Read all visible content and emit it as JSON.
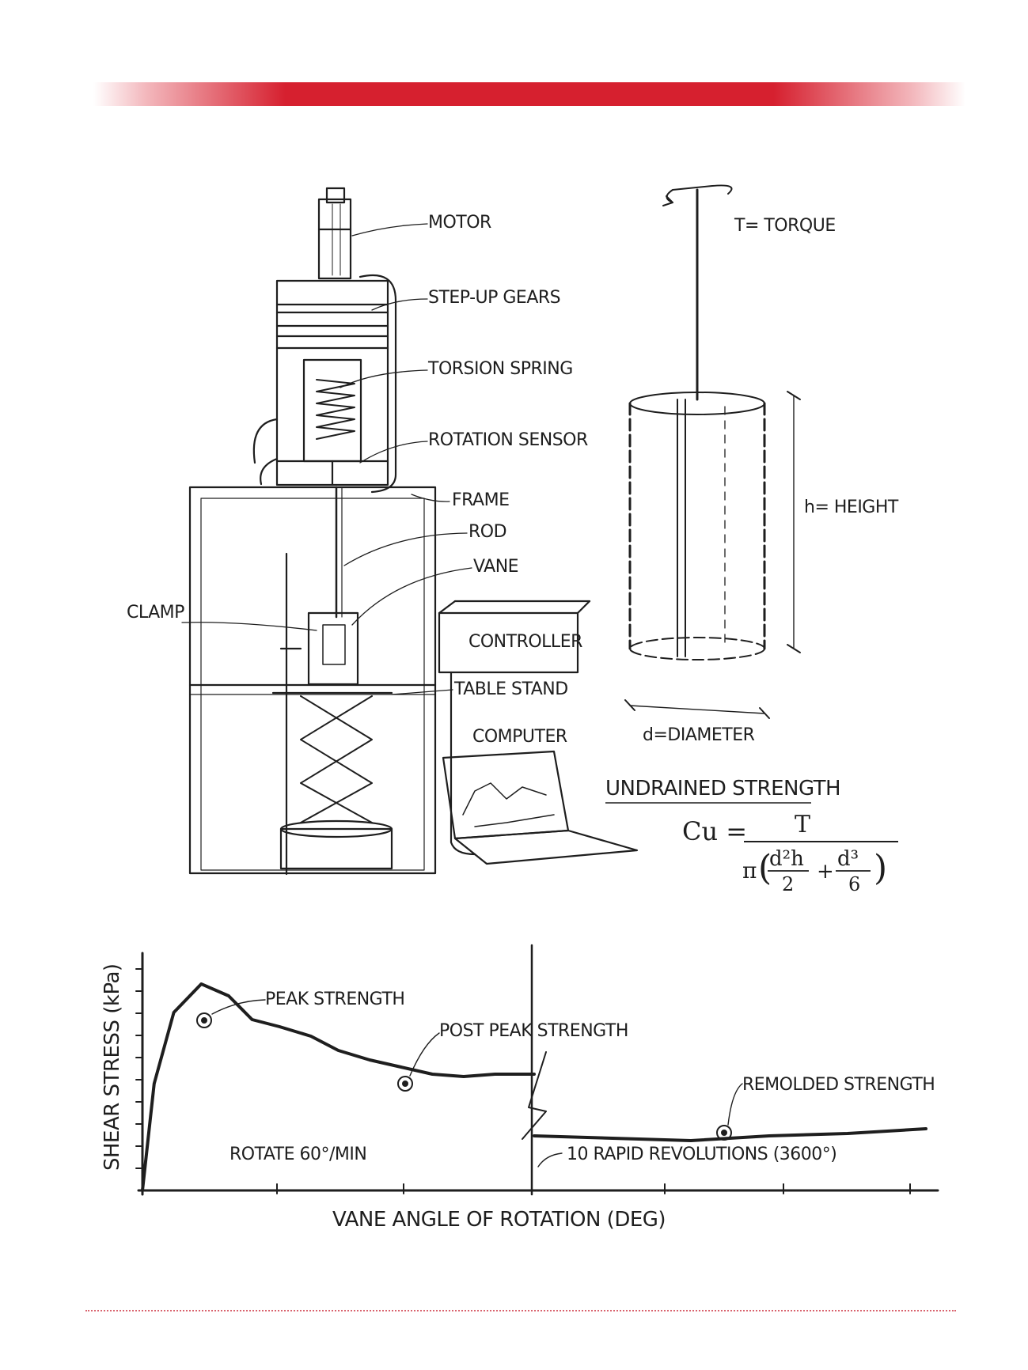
{
  "apparatus": {
    "labels": {
      "motor": "MOTOR",
      "step_up_gears": "STEP-UP GEARS",
      "torsion_spring": "TORSION SPRING",
      "rotation_sensor": "ROTATION SENSOR",
      "frame": "FRAME",
      "rod": "ROD",
      "vane": "VANE",
      "clamp": "CLAMP",
      "controller": "CONTROLLER",
      "table_stand": "TABLE STAND",
      "computer": "COMPUTER"
    }
  },
  "vane_geometry": {
    "torque": "T= TORQUE",
    "height": "h= HEIGHT",
    "diameter": "d=DIAMETER"
  },
  "formula": {
    "title": "UNDRAINED STRENGTH",
    "lhs": "Cu =",
    "numerator": "T",
    "pi": "π",
    "term1_num": "d²h",
    "term1_den": "2",
    "plus": "+",
    "term2_num": "d³",
    "term2_den": "6"
  },
  "chart_data": {
    "type": "line",
    "title": "",
    "xlabel": "VANE ANGLE OF ROTATION (DEG)",
    "ylabel": "SHEAR STRESS (kPa)",
    "grid": false,
    "annotations": {
      "peak": "PEAK STRENGTH",
      "post_peak": "POST PEAK STRENGTH",
      "remolded": "REMOLDED STRENGTH",
      "rotate_rate": "ROTATE 60°/MIN",
      "rapid": "10 RAPID REVOLUTIONS (3600°)"
    },
    "series": [
      {
        "x": [
          0,
          0.03,
          0.08,
          0.15,
          0.22,
          0.28,
          0.35,
          0.43,
          0.5,
          0.58,
          0.66,
          0.74,
          0.82,
          0.9,
          1.0
        ],
        "y": [
          0,
          4.5,
          7.5,
          8.7,
          8.2,
          7.2,
          6.9,
          6.5,
          5.9,
          5.5,
          5.2,
          4.9,
          4.8,
          4.9,
          4.9
        ]
      },
      {
        "x": [
          1.0,
          1.2,
          1.4,
          1.6,
          1.8,
          2.0
        ],
        "y": [
          2.3,
          2.2,
          2.1,
          2.3,
          2.4,
          2.6
        ]
      }
    ]
  }
}
